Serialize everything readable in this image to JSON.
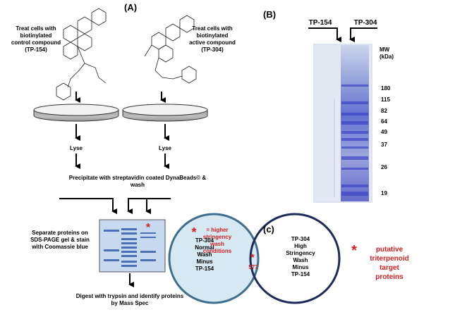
{
  "panel_a": {
    "label": "(A)",
    "control_text": [
      "Treat cells with",
      "biotinylated",
      "control compound",
      "(TP-154)"
    ],
    "active_text": [
      "Treat cells with",
      "biotinylated",
      "active compound",
      "(TP-304)"
    ],
    "lyse_left": "Lyse",
    "lyse_right": "Lyse",
    "precipitate_text": [
      "Precipitate with streptavidin coated DynaBeads© &",
      "wash"
    ],
    "separate_text": [
      "Separate proteins on",
      "SDS-PAGE gel & stain",
      "with Coomassie blue"
    ],
    "gel_star": "*",
    "stringency_star": "*",
    "stringency_text": [
      "= higher",
      "stringency",
      "wash",
      "conditions"
    ],
    "digest_text": [
      "Digest with trypsin and identify proteins",
      "by Mass Spec"
    ]
  },
  "panel_b": {
    "label": "(B)",
    "lane_left": "TP-154",
    "lane_right": "TP-304",
    "mw_title": [
      "MW",
      "(kDa)"
    ],
    "markers": [
      "180",
      "115",
      "82",
      "64",
      "49",
      "37",
      "26",
      "19"
    ]
  },
  "panel_c": {
    "label": "(c)",
    "left_circle": [
      "TP-304",
      "Normal",
      "Wash",
      "Minus",
      "TP-154"
    ],
    "right_circle": [
      "TP-304",
      "High",
      "Stringency",
      "Wash",
      "Minus",
      "TP-154"
    ],
    "overlap_star": "*",
    "overlap_count": "577",
    "legend_star": "*",
    "legend_text": [
      "putative",
      "triterpenoid",
      "target",
      "proteins"
    ]
  },
  "colors": {
    "accent_red": "#d42020",
    "gel_fill": "#c6d9ee",
    "band_blue": "#4d6fb5",
    "venn_left_fill": "#d6e9f2",
    "venn_left_stroke": "#3f6f8f",
    "venn_right_stroke": "#1f2a5a"
  }
}
